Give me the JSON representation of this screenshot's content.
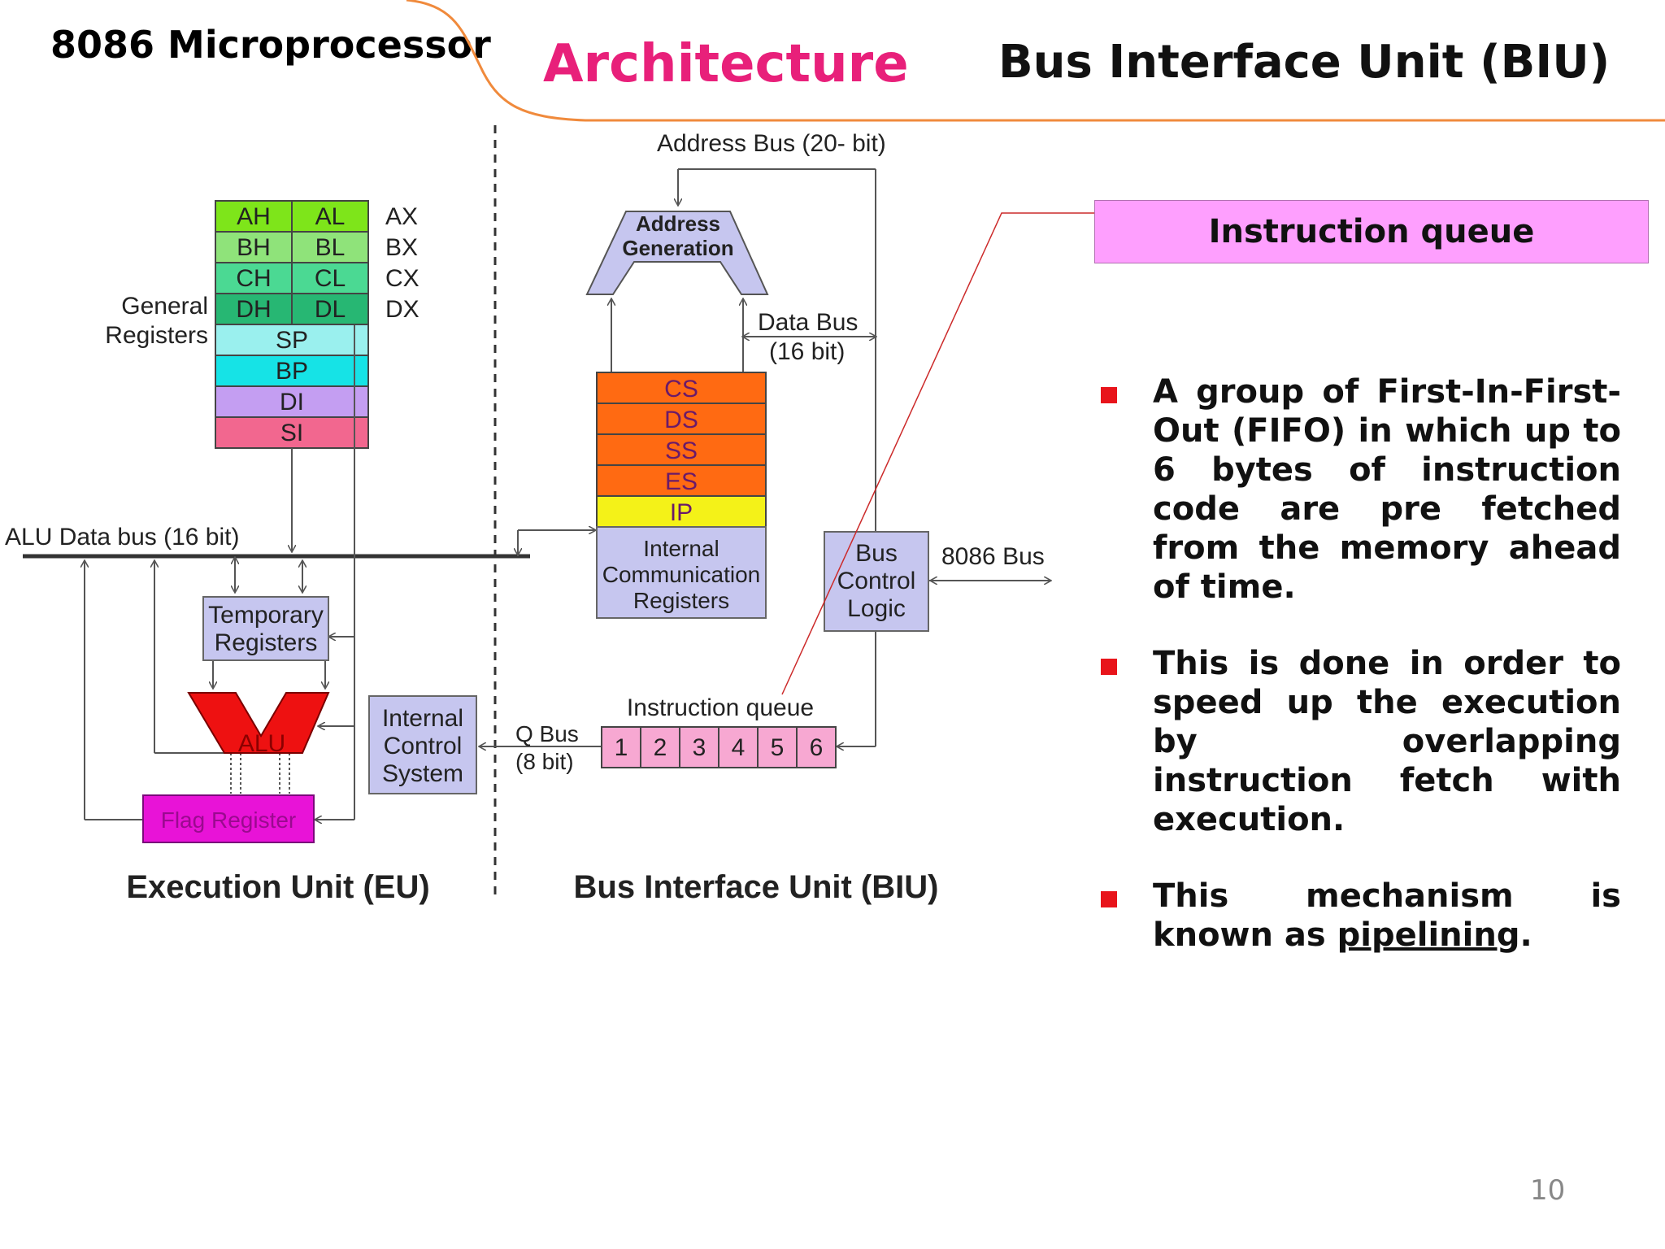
{
  "header": {
    "subject": "8086 Microprocessor",
    "section": "Architecture",
    "topic": "Bus Interface Unit (BIU)"
  },
  "colors": {
    "section_title": "#e8207a",
    "header_curve": "#f08a3c",
    "callout_fill": "#fe9ffe",
    "bullet": "#e8141b"
  },
  "diagram": {
    "general_registers_label": [
      "General",
      "Registers"
    ],
    "high_regs": [
      "AH",
      "BH",
      "CH",
      "DH"
    ],
    "low_regs": [
      "AL",
      "BL",
      "CL",
      "DL"
    ],
    "pair_names": [
      "AX",
      "BX",
      "CX",
      "DX"
    ],
    "pointer_regs": [
      "SP",
      "BP",
      "DI",
      "SI"
    ],
    "alu_data_bus": "ALU Data bus (16 bit)",
    "temporary_registers": [
      "Temporary",
      "Registers"
    ],
    "alu": "ALU",
    "flag_register": "Flag Register",
    "internal_control": [
      "Internal",
      "Control",
      "System"
    ],
    "q_bus": [
      "Q Bus",
      "(8 bit)"
    ],
    "address_bus": "Address Bus (20- bit)",
    "address_generation": [
      "Address",
      "Generation"
    ],
    "data_bus": [
      "Data Bus",
      "(16 bit)"
    ],
    "segment_regs": [
      "CS",
      "DS",
      "SS",
      "ES",
      "IP"
    ],
    "internal_comm": [
      "Internal",
      "Communication",
      "Registers"
    ],
    "bus_control": [
      "Bus",
      "Control",
      "Logic"
    ],
    "bus_8086": "8086 Bus",
    "instruction_queue_label": "Instruction queue",
    "queue_slots": [
      "1",
      "2",
      "3",
      "4",
      "5",
      "6"
    ],
    "eu_caption": "Execution Unit (EU)",
    "biu_caption": "Bus Interface Unit (BIU)"
  },
  "callout": {
    "title": "Instruction queue"
  },
  "bullets": [
    "A group of First-In-First-Out (FIFO) in which up to 6 bytes of instruction code are pre fetched from the memory ahead of time.",
    "This is done in order to speed up the execution by overlapping instruction fetch with execution."
  ],
  "last_bullet": {
    "text": "This mechanism is known as ",
    "underlined": "pipelining",
    "end": "."
  },
  "page_number": "10"
}
